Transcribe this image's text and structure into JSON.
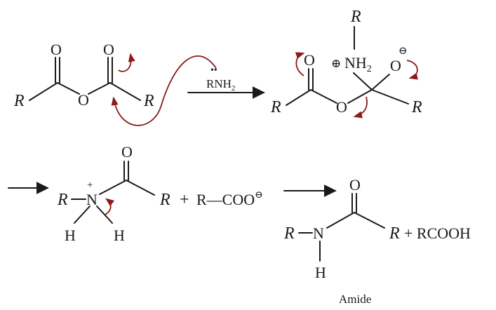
{
  "colors": {
    "ink": "#1a1a1a",
    "curved_arrow": "#8b1a1a",
    "background": "#ffffff"
  },
  "step1": {
    "anhydride": {
      "o_left": "O",
      "o_right": "O",
      "o_bridge": "O",
      "r_left": "R",
      "r_right": "R"
    },
    "nucleophile": {
      "lone_pair": "••",
      "amine": "RNH",
      "sub2": "2"
    }
  },
  "intermediate1": {
    "r_top": "R",
    "plus": "⊕",
    "nh2": "NH",
    "nh2_sub": "2",
    "o_minus": "O",
    "minus": "⊖",
    "o_carbonyl": "O",
    "o_bridge": "O",
    "r_left": "R",
    "r_right": "R"
  },
  "intermediate2": {
    "r_amine": "R",
    "n": "N",
    "plus": "+",
    "o_carbonyl": "O",
    "r_acyl": "R",
    "h_left": "H",
    "h_right": "H",
    "plus_sign": "+",
    "carboxylate": "R—COO",
    "carboxylate_charge": "⊖"
  },
  "product": {
    "o_carbonyl": "O",
    "r_amine": "R",
    "n": "N",
    "r_acyl": "R",
    "h": "H",
    "byproduct": "+ RCOOH",
    "label": "Amide"
  }
}
